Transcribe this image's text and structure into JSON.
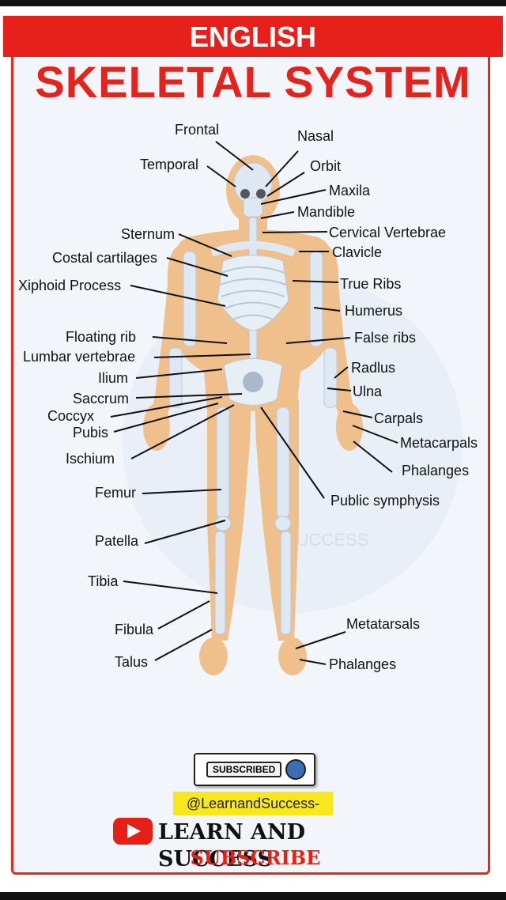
{
  "header": {
    "banner": "ENGLISH",
    "title": "SKELETAL SYSTEM"
  },
  "labels": {
    "frontal": "Frontal",
    "nasal": "Nasal",
    "temporal": "Temporal",
    "orbit": "Orbit",
    "maxila": "Maxila",
    "mandible": "Mandible",
    "sternum": "Sternum",
    "cervical_vertebrae": "Cervical Vertebrae",
    "costal_cartilages": "Costal cartilages",
    "clavicle": "Clavicle",
    "xiphoid_process": "Xiphoid Process",
    "true_ribs": "True Ribs",
    "humerus": "Humerus",
    "floating_rib": "Floating rib",
    "false_ribs": "False ribs",
    "lumbar_vertebrae": "Lumbar vertebrae",
    "radius": "Radlus",
    "ilium": "Ilium",
    "ulna": "Ulna",
    "saccrum": "Saccrum",
    "coccyx": "Coccyx",
    "carpals": "Carpals",
    "pubis": "Pubis",
    "metacarpals": "Metacarpals",
    "ischium": "Ischium",
    "phalanges_hand": "Phalanges",
    "femur": "Femur",
    "public_symphysis": "Public symphysis",
    "patella": "Patella",
    "tibia": "Tibia",
    "fibula": "Fibula",
    "metatarsals": "Metatarsals",
    "talus": "Talus",
    "phalanges_foot": "Phalanges"
  },
  "watermark": "SUCCESS",
  "footer": {
    "subscribed_button": "SUBSCRIBED",
    "handle": "@LearnandSuccess-",
    "brand": "LEARN AND SUCCESS",
    "subscribe": "SUBSCRIBE"
  },
  "colors": {
    "accent_red": "#e5231d",
    "body_tan": "#f0c08c",
    "bone": "#dde8f2",
    "handle_yellow": "#f8e71c"
  }
}
